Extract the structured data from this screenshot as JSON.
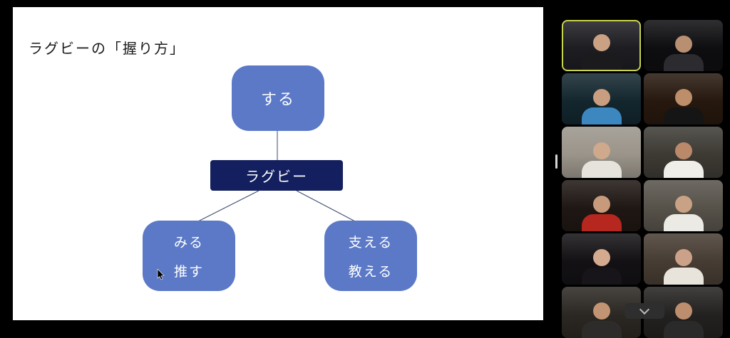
{
  "slide": {
    "title": "ラグビーの「握り方」",
    "diagram": {
      "top_node": "する",
      "center_node": "ラグビー",
      "bottom_left_node": {
        "line1": "みる",
        "line2": "推す"
      },
      "bottom_right_node": {
        "line1": "支える",
        "line2": "教える"
      }
    },
    "colors": {
      "node_blue": "#5b79c7",
      "node_navy": "#131f5e",
      "node_text": "#ffffff",
      "slide_background": "#ffffff",
      "title_text": "#1a1a1a",
      "connector_line": "#3c4a6e"
    }
  },
  "video_panel": {
    "active_border_color": "#c8d44e",
    "collapse_button_icon": "chevron-down",
    "participants": [
      {
        "active": true,
        "bg": "#1d1d22",
        "shirt": "#1b1b1e",
        "skin": "#caa183"
      },
      {
        "active": false,
        "bg": "#0e0e10",
        "shirt": "#2b2b30",
        "skin": "#b98f72"
      },
      {
        "active": false,
        "bg": "#13262e",
        "shirt": "#3d87c0",
        "skin": "#c99d80"
      },
      {
        "active": false,
        "bg": "#26180e",
        "shirt": "#151515",
        "skin": "#bd8e6a"
      },
      {
        "active": false,
        "bg": "#9a948a",
        "shirt": "#e6e3dc",
        "skin": "#cfa98c"
      },
      {
        "active": false,
        "bg": "#3d3a34",
        "shirt": "#f0eee8",
        "skin": "#b9896a"
      },
      {
        "active": false,
        "bg": "#1f1713",
        "shirt": "#b5271f",
        "skin": "#c79a7b"
      },
      {
        "active": false,
        "bg": "#56524a",
        "shirt": "#eceae4",
        "skin": "#c9a184"
      },
      {
        "active": false,
        "bg": "#131114",
        "shirt": "#17151a",
        "skin": "#d4ab8e"
      },
      {
        "active": false,
        "bg": "#463c33",
        "shirt": "#e8e4dc",
        "skin": "#cba189"
      },
      {
        "active": false,
        "bg": "#2b2722",
        "shirt": "#2e2c2a",
        "skin": "#c39473"
      },
      {
        "active": false,
        "bg": "#232120",
        "shirt": "#2a2a2a",
        "skin": "#bd8e6e"
      }
    ]
  }
}
